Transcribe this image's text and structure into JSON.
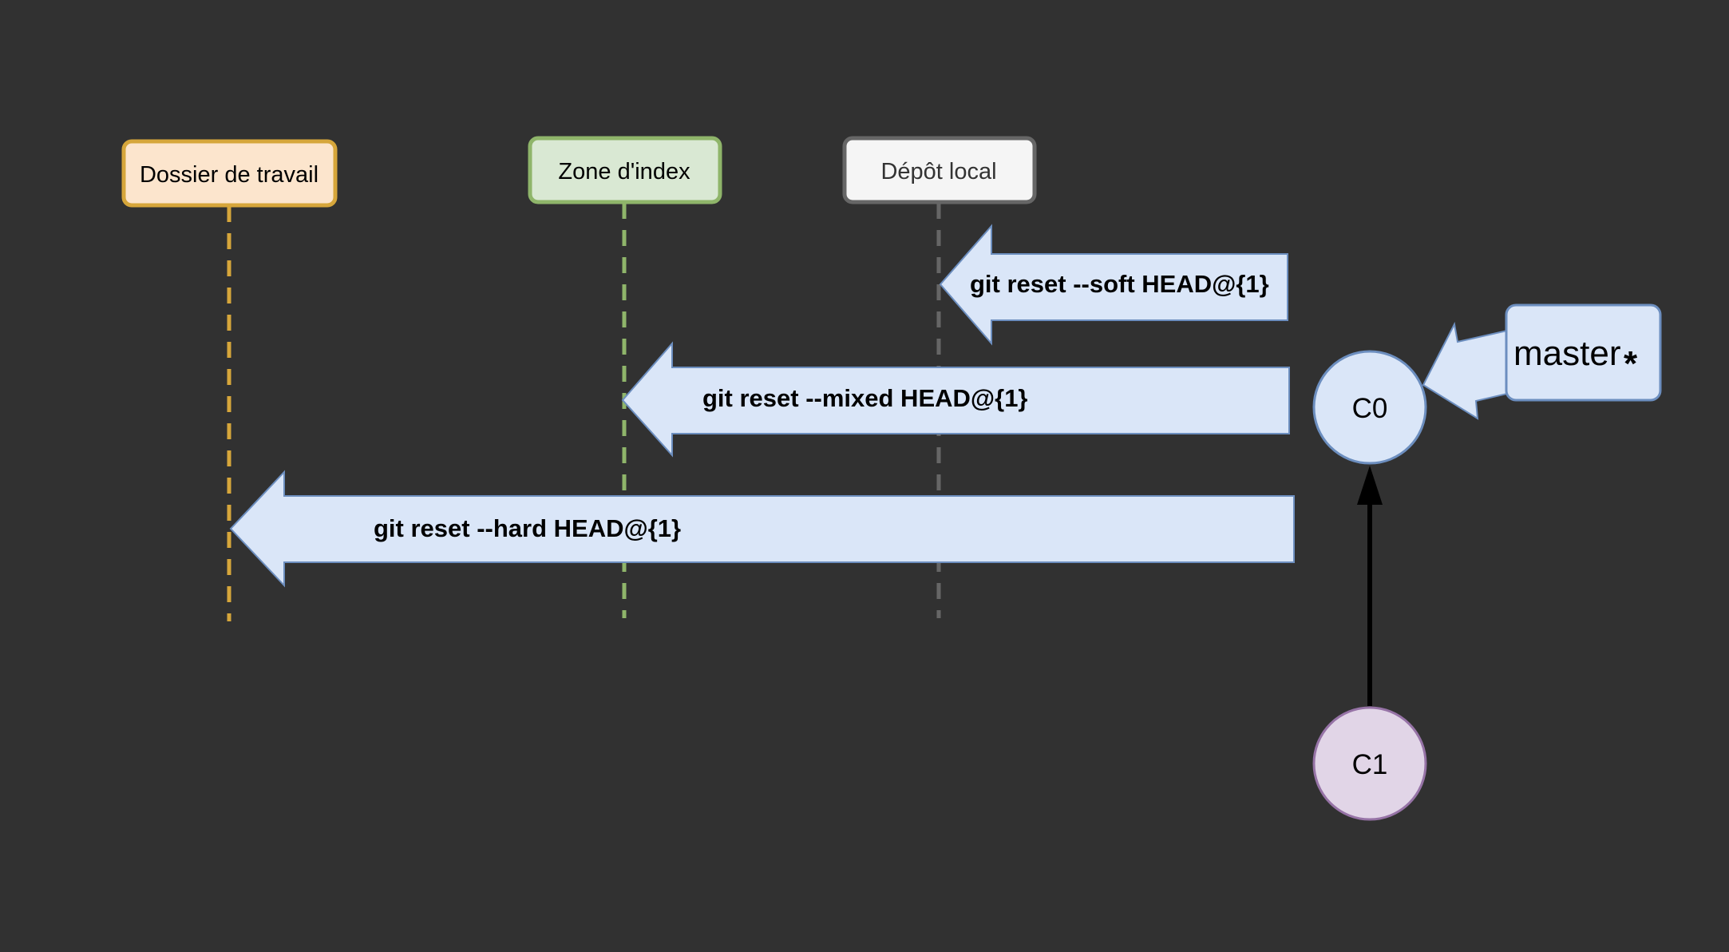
{
  "lanes": [
    {
      "label": "Dossier de travail",
      "fill": "#fce5cd",
      "stroke": "#d6a63b",
      "text_color": "#000000"
    },
    {
      "label": "Zone d'index",
      "fill": "#d9e8d3",
      "stroke": "#8fb56a",
      "text_color": "#000000"
    },
    {
      "label": "Dépôt local",
      "fill": "#f5f5f5",
      "stroke": "#666666",
      "text_color": "#333333"
    }
  ],
  "commands": [
    {
      "label": "git reset --soft HEAD@{1}",
      "target_lane": "Dépôt local"
    },
    {
      "label": "git reset --mixed HEAD@{1}",
      "target_lane": "Zone d'index"
    },
    {
      "label": "git reset --hard HEAD@{1}",
      "target_lane": "Dossier de travail"
    }
  ],
  "commits": [
    {
      "label": "C0",
      "fill": "#dae6f8",
      "stroke": "#6c8ebf"
    },
    {
      "label": "C1",
      "fill": "#e1d5e7",
      "stroke": "#9673a6"
    }
  ],
  "branch": {
    "label": "master",
    "marker": "*",
    "points_to": "C0"
  },
  "colors": {
    "background": "#313131",
    "arrow_fill": "#dae6f8",
    "arrow_stroke": "#6c8ebf",
    "edge": "#000000"
  }
}
